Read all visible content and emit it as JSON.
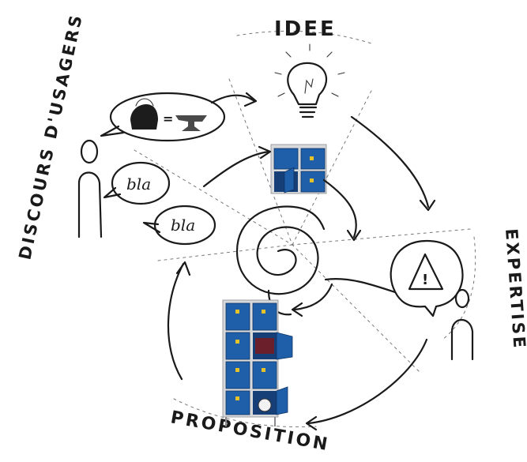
{
  "labels": {
    "top": "IDEE",
    "left": "DISCOURS D'USAGERS",
    "right": "EXPERTISE",
    "bottom": "PROPOSITION"
  },
  "speech": {
    "bubble_1": "bla",
    "bubble_2": "bla",
    "equation_sign": "="
  },
  "warning": {
    "symbol": "!"
  },
  "colors": {
    "ink": "#1a1a1a",
    "locker_blue": "#1f5ea8",
    "locker_frame": "#d8d9db"
  }
}
